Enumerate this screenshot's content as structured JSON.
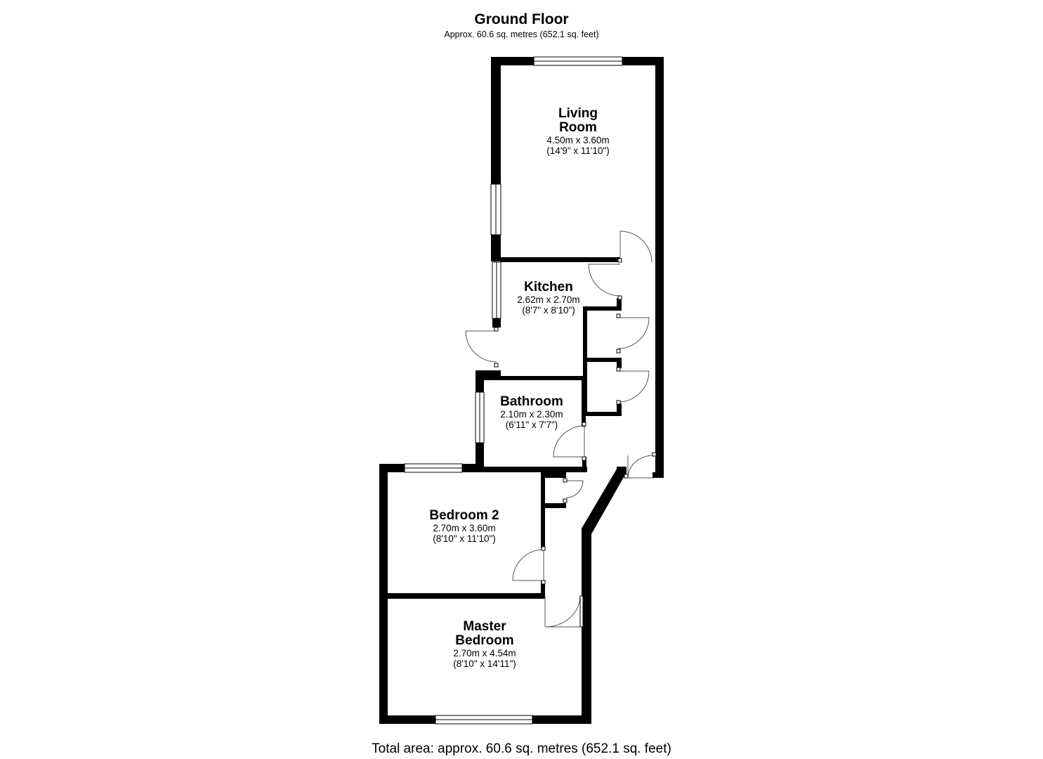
{
  "header": {
    "title": "Ground Floor",
    "subtitle": "Approx. 60.6 sq. metres (652.1 sq. feet)"
  },
  "rooms": {
    "living_room": {
      "name_line1": "Living",
      "name_line2": "Room",
      "metric": "4.50m x 3.60m",
      "imperial": "(14'9\" x 11'10\")"
    },
    "kitchen": {
      "name": "Kitchen",
      "metric": "2.62m x 2.70m",
      "imperial": "(8'7\" x 8'10\")"
    },
    "bathroom": {
      "name": "Bathroom",
      "metric": "2.10m x 2.30m",
      "imperial": "(6'11\" x 7'7\")"
    },
    "bedroom_2": {
      "name": "Bedroom 2",
      "metric": "2.70m x 3.60m",
      "imperial": "(8'10\" x 11'10\")"
    },
    "master_bedroom": {
      "name_line1": "Master",
      "name_line2": "Bedroom",
      "metric": "2.70m x 4.54m",
      "imperial": "(8'10\" x 14'11\")"
    }
  },
  "footer": {
    "total_area": "Total area: approx. 60.6 sq. metres (652.1 sq. feet)"
  },
  "colors": {
    "wall": "#000000",
    "background": "#ffffff",
    "fixture_line": "#555555"
  }
}
